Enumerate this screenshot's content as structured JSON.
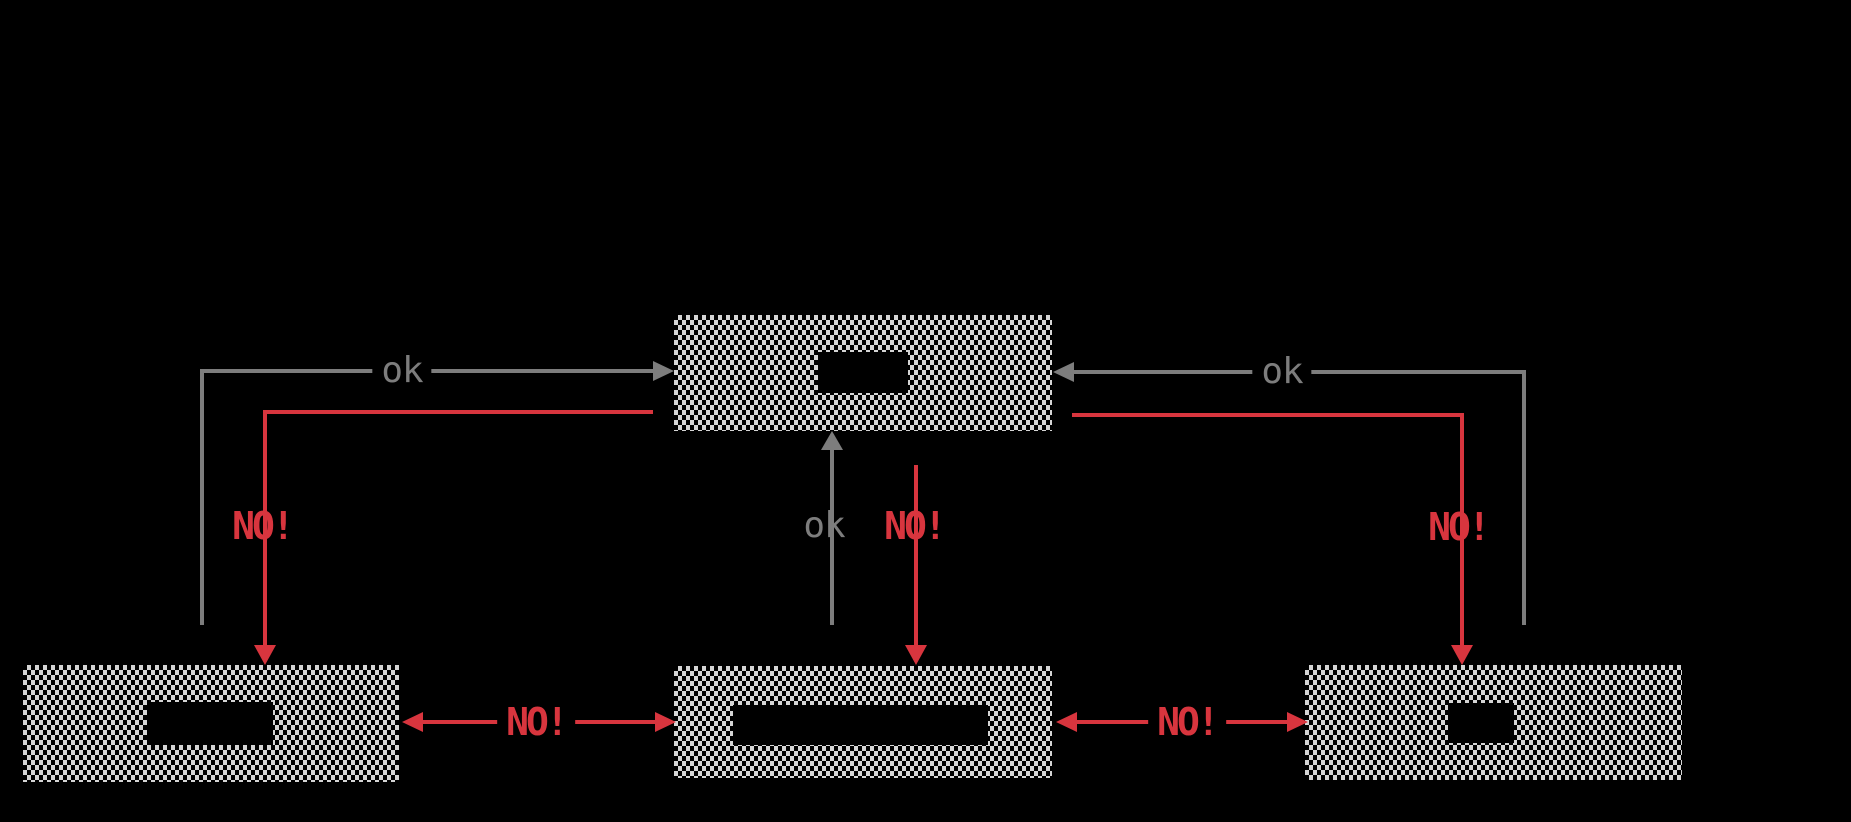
{
  "diagram": {
    "background": "#000000",
    "colors": {
      "node_pattern_square": "#d5d5d5",
      "ok_edge_gray": "#7d7d7d",
      "no_edge_red": "#d8353e"
    },
    "nodes": [
      {
        "id": "top",
        "label": ""
      },
      {
        "id": "bottom-left",
        "label": ""
      },
      {
        "id": "bottom-center",
        "label": ""
      },
      {
        "id": "bottom-right",
        "label": ""
      }
    ],
    "edges": [
      {
        "from": "bottom-left",
        "to": "top",
        "label": "ok",
        "color": "#7d7d7d",
        "bidirectional": false
      },
      {
        "from": "top",
        "to": "bottom-left",
        "label": "NO!",
        "color": "#d8353e",
        "bidirectional": false
      },
      {
        "from": "bottom-center",
        "to": "top",
        "label": "ok",
        "color": "#7d7d7d",
        "bidirectional": false
      },
      {
        "from": "top",
        "to": "bottom-center",
        "label": "NO!",
        "color": "#d8353e",
        "bidirectional": false
      },
      {
        "from": "bottom-right",
        "to": "top",
        "label": "ok",
        "color": "#7d7d7d",
        "bidirectional": false
      },
      {
        "from": "top",
        "to": "bottom-right",
        "label": "NO!",
        "color": "#d8353e",
        "bidirectional": false
      },
      {
        "from": "bottom-left",
        "to": "bottom-center",
        "label": "NO!",
        "color": "#d8353e",
        "bidirectional": true
      },
      {
        "from": "bottom-center",
        "to": "bottom-right",
        "label": "NO!",
        "color": "#d8353e",
        "bidirectional": true
      }
    ]
  }
}
